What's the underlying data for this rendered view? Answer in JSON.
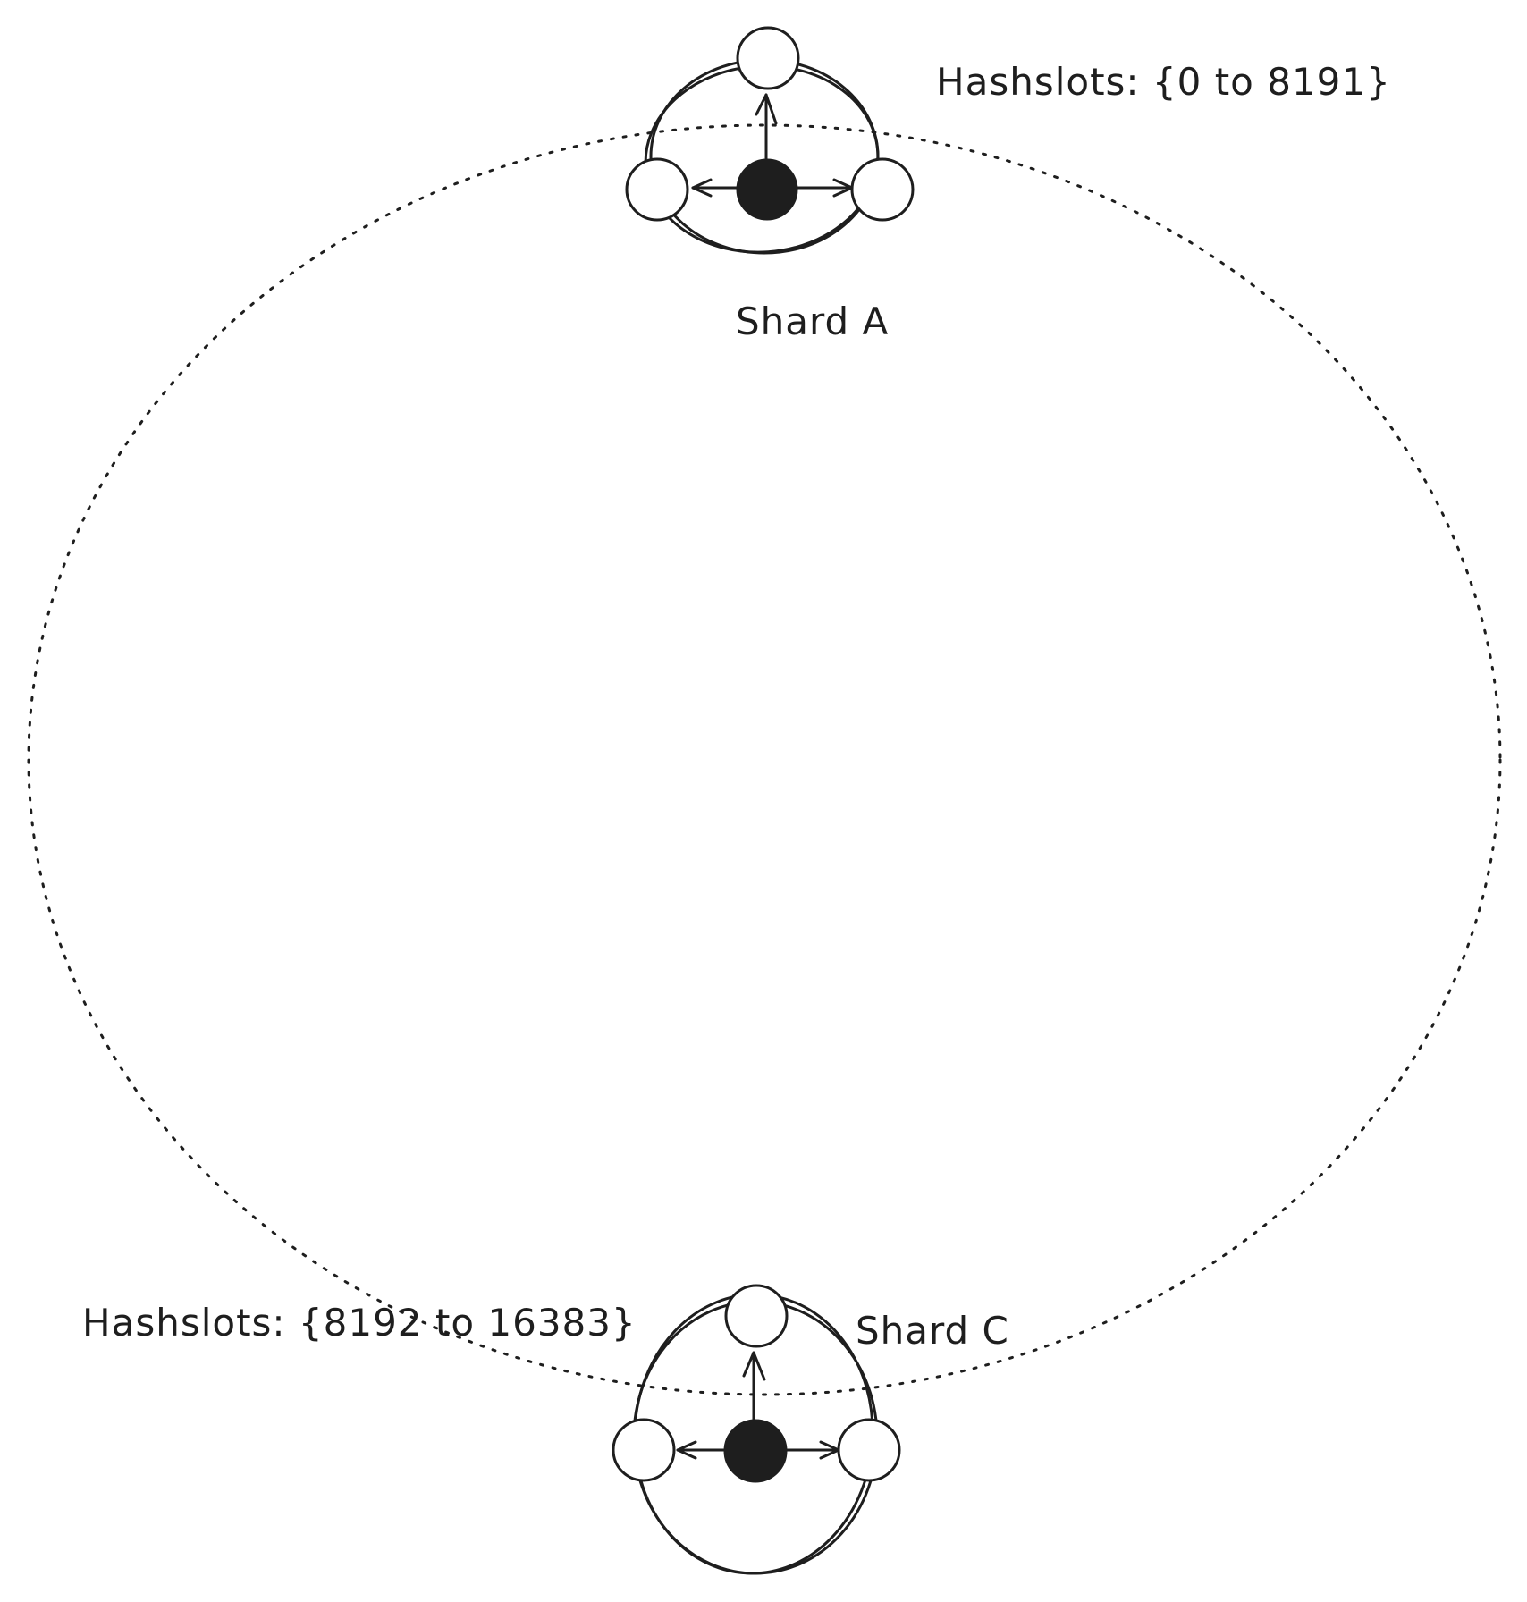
{
  "diagram": {
    "shards": [
      {
        "name": "Shard A",
        "hashslots_label": "Hashslots: {0 to 8191}"
      },
      {
        "name": "Shard C",
        "hashslots_label": "Hashslots: {8192 to 16383}"
      }
    ]
  },
  "colors": {
    "stroke": "#1e1e1e",
    "node_fill": "#ffffff",
    "primary_fill": "#1e1e1e",
    "background": "#ffffff"
  }
}
